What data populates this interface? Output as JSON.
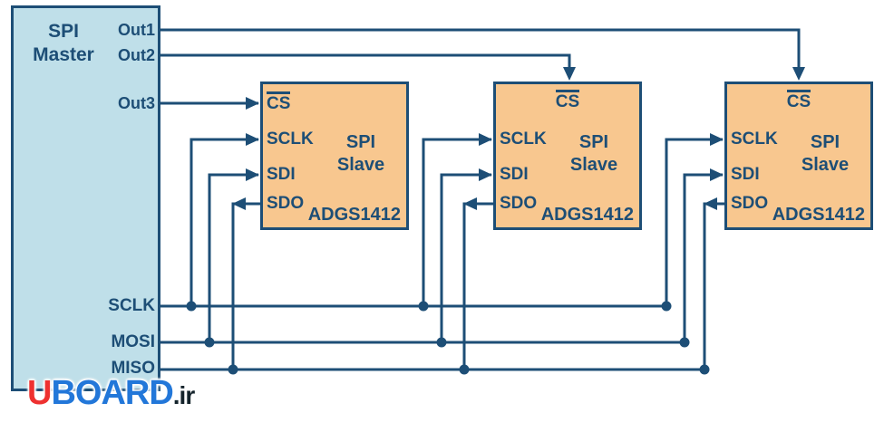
{
  "colors": {
    "line": "#1d4e76",
    "text": "#1d4e76",
    "master_fill": "#bfdfe9",
    "slave_fill": "#f8c78f",
    "background": "#ffffff",
    "watermark_u": "#ee3130",
    "watermark_board": "#2277d9",
    "watermark_ir": "#14232b"
  },
  "master": {
    "title_line1": "SPI",
    "title_line2": "Master",
    "pins": {
      "out1": "Out1",
      "out2": "Out2",
      "out3": "Out3",
      "sclk": "SCLK",
      "mosi": "MOSI",
      "miso": "MISO"
    }
  },
  "slaves": [
    {
      "cs": "CS",
      "sclk": "SCLK",
      "sdi": "SDI",
      "sdo": "SDO",
      "title_line1": "SPI",
      "title_line2": "Slave",
      "part": "ADGS1412"
    },
    {
      "cs": "CS",
      "sclk": "SCLK",
      "sdi": "SDI",
      "sdo": "SDO",
      "title_line1": "SPI",
      "title_line2": "Slave",
      "part": "ADGS1412"
    },
    {
      "cs": "CS",
      "sclk": "SCLK",
      "sdi": "SDI",
      "sdo": "SDO",
      "title_line1": "SPI",
      "title_line2": "Slave",
      "part": "ADGS1412"
    }
  ],
  "nets": {
    "out1_to": "slave3 CS",
    "out2_to": "slave2 CS",
    "out3_to": "slave1 CS",
    "sclk_bus": "SCLK shared bus",
    "mosi_bus": "MOSI to SDI bus",
    "miso_bus": "MISO from SDO bus"
  },
  "watermark": {
    "u": "U",
    "board": "BOARD",
    "suffix": ".ir"
  }
}
